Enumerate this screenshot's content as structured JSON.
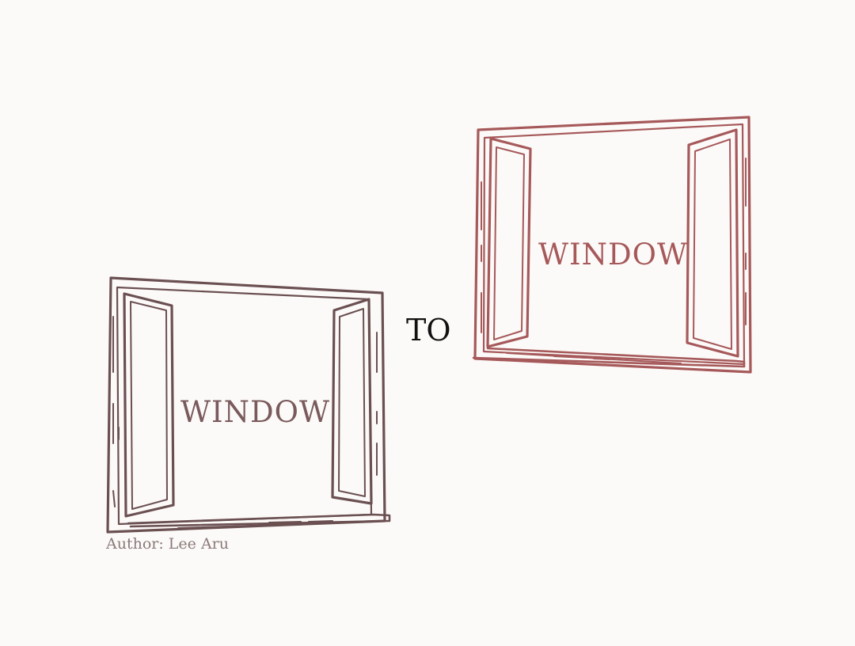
{
  "cover": {
    "left_window_label": "WINDOW",
    "connector": "TO",
    "right_window_label": "WINDOW",
    "author": "Author: Lee Aru"
  },
  "colors": {
    "background": "#fcfaf8",
    "left_window": "#6b5052",
    "right_window": "#a6595a",
    "left_label": "#7a5a5c",
    "right_label": "#a6595a",
    "author": "#8a7a7a"
  },
  "icons": [
    "open-window-icon",
    "open-window-icon"
  ]
}
